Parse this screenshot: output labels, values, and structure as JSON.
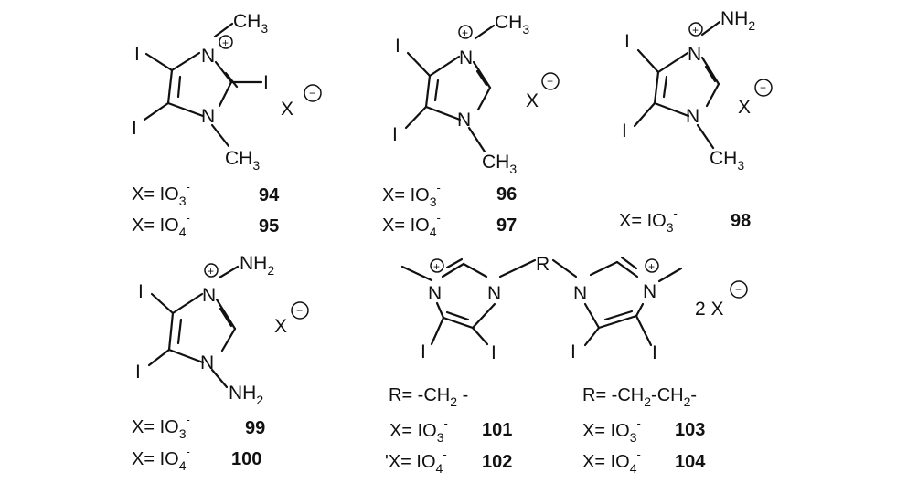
{
  "atoms": {
    "iodine": "I",
    "nitrogen": "N",
    "methyl_c": "CH",
    "methyl_sub": "3",
    "amino_n": "NH",
    "amino_sub": "2",
    "plus": "+",
    "minus": "−"
  },
  "counter_ion": "X",
  "counter_ion_double": "2 X",
  "linker_label": "R",
  "anions": {
    "x_label": "X= ",
    "x_label_alt": "'X= ",
    "io3_base": "IO",
    "io3_sub": "3",
    "io4_sub": "4",
    "anion_charge": "-"
  },
  "compounds": {
    "c94": "94",
    "c95": "95",
    "c96": "96",
    "c97": "97",
    "c98": "98",
    "c99": "99",
    "c100": "100",
    "c101": "101",
    "c102": "102",
    "c103": "103",
    "c104": "104"
  },
  "linkers": {
    "r101": {
      "prefix": "R=  -CH",
      "sub": "2",
      "suffix": " -"
    },
    "r103": {
      "prefix": "R=  -CH",
      "sub1": "2",
      "mid": "-CH",
      "sub2": "2",
      "suffix": "-"
    }
  }
}
